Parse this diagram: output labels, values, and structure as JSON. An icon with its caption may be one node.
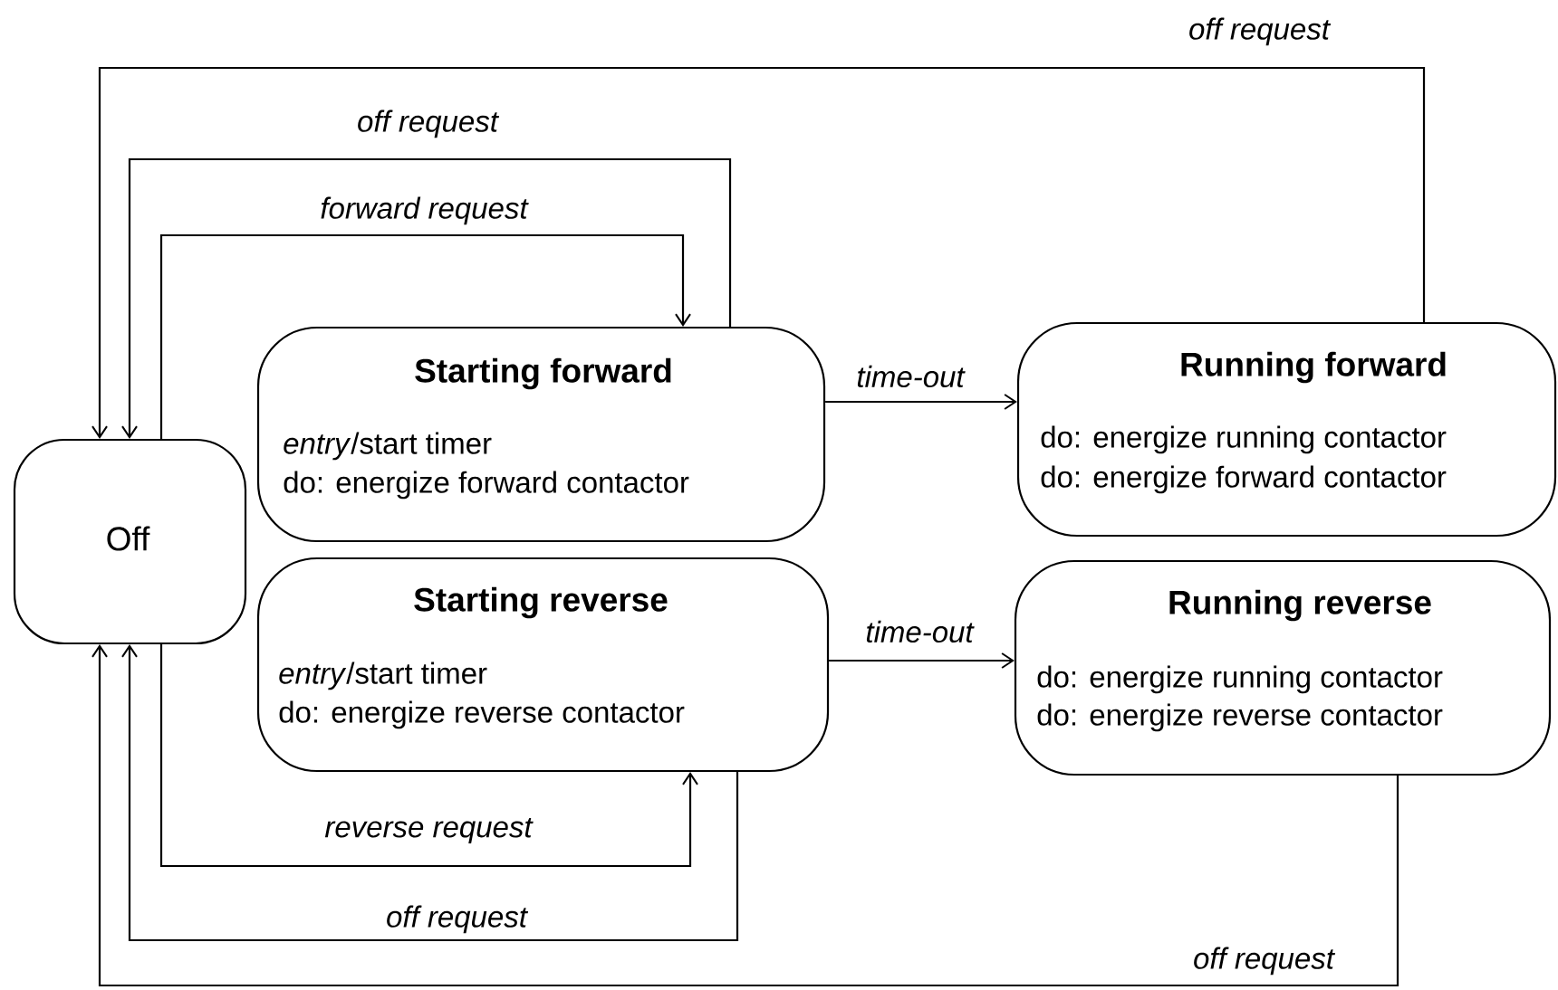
{
  "diagram": {
    "nodes": [
      {
        "text": [
          "Off"
        ]
      },
      {
        "text": [
          "Starting forward",
          "*entry*/start timer",
          "do: energize forward contactor"
        ]
      },
      {
        "text": [
          "Running forward",
          "do: energize running contactor",
          "do: energize forward contactor"
        ]
      },
      {
        "text": [
          "Starting reverse",
          "*entry*/start timer",
          "do: energize reverse contactor"
        ]
      },
      {
        "text": [
          "Running reverse",
          "do: energize running contactor",
          "do: energize reverse contactor"
        ]
      }
    ],
    "edges": [
      {
        "from": 2,
        "to": 0,
        "arrow": "to",
        "label": "off request"
      },
      {
        "from": 1,
        "to": 0,
        "arrow": "to",
        "label": "off request"
      },
      {
        "from": 0,
        "to": 1,
        "arrow": "to",
        "label": "forward request"
      },
      {
        "from": 1,
        "to": 2,
        "arrow": "to",
        "label": "time-out"
      },
      {
        "from": 3,
        "to": 4,
        "arrow": "to",
        "label": "time-out"
      },
      {
        "from": 0,
        "to": 3,
        "arrow": "to",
        "label": "reverse request"
      },
      {
        "from": 3,
        "to": 0,
        "arrow": "to",
        "label": "off request"
      },
      {
        "from": 4,
        "to": 0,
        "arrow": "to",
        "label": "off request"
      }
    ]
  }
}
